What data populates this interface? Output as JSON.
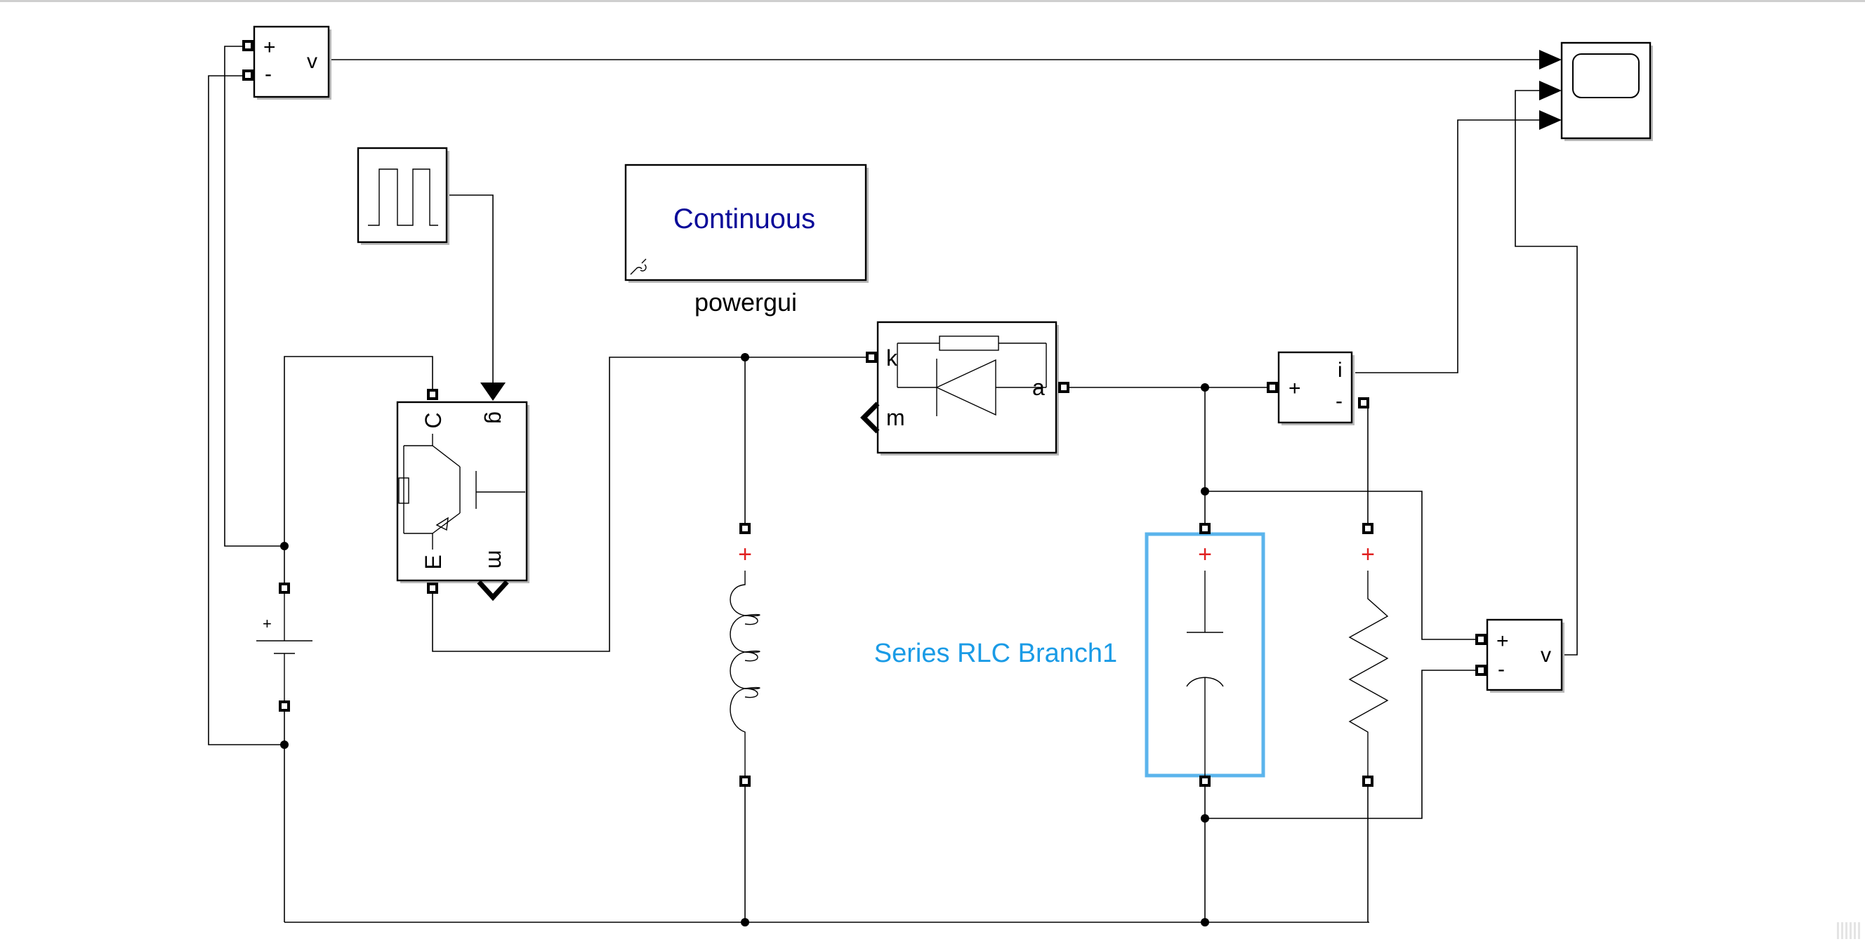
{
  "blocks": {
    "powergui": {
      "mode_text": "Continuous",
      "name": "powergui"
    },
    "voltage_meas_1": {
      "plus": "+",
      "minus": "-",
      "quantity": "v"
    },
    "voltage_meas_2": {
      "plus": "+",
      "minus": "-",
      "quantity": "v"
    },
    "current_meas": {
      "plus": "+",
      "minus": "-",
      "quantity": "i"
    },
    "igbt": {
      "port_c": "C",
      "port_g": "g",
      "port_e": "E",
      "port_m": "m"
    },
    "diode": {
      "port_k": "k",
      "port_a": "a",
      "port_m": "m"
    },
    "dc_source": {
      "plus": "+"
    },
    "inductor_branch": {
      "polarity": "+"
    },
    "rlc_branch": {
      "polarity": "+",
      "name": "Series RLC Branch1"
    },
    "resistor_branch": {
      "polarity": "+"
    }
  },
  "colors": {
    "wire": "#000000",
    "selection": "#5bb4ec",
    "selected_label": "#1a9be6",
    "powergui_text": "#0a0a99",
    "polarity_mark": "#e02020"
  }
}
